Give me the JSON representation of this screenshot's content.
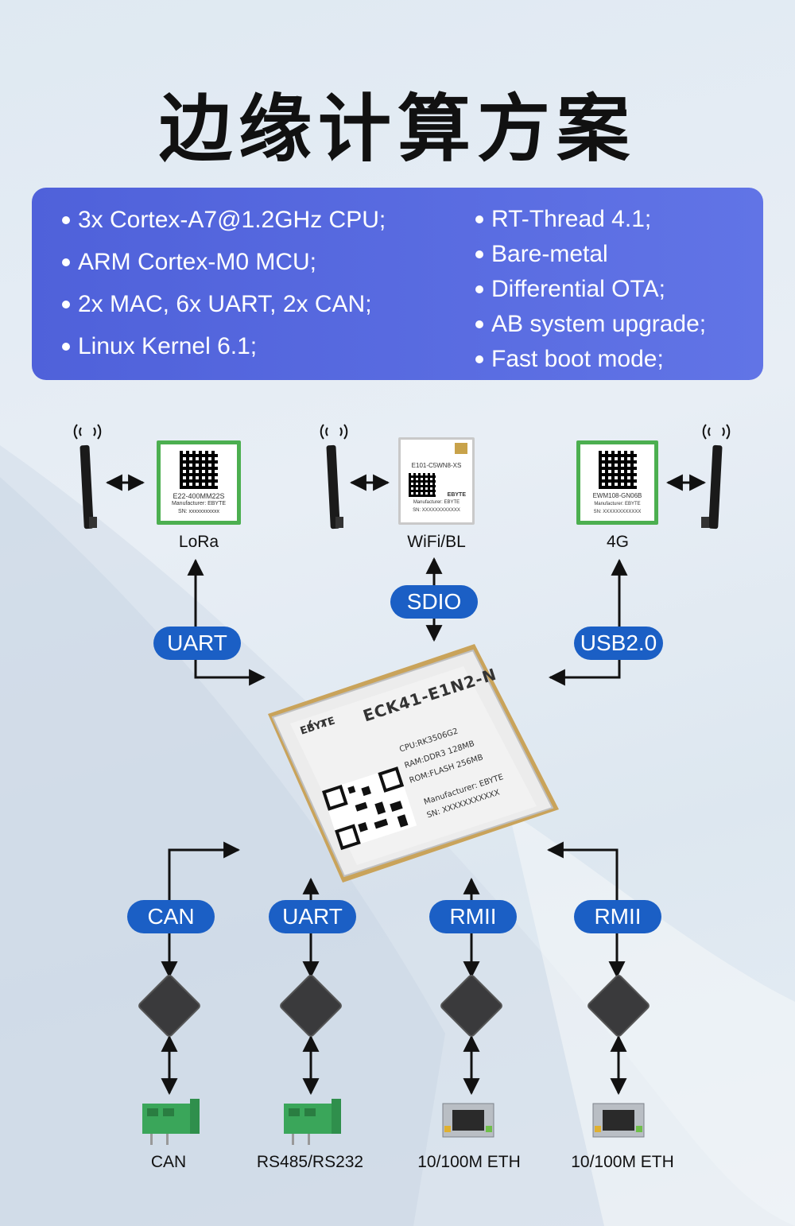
{
  "title": "边缘计算方案",
  "specs": {
    "left": [
      "3x Cortex-A7@1.2GHz CPU;",
      "ARM Cortex-M0 MCU;",
      "2x MAC, 6x UART, 2x CAN;",
      "Linux Kernel 6.1;"
    ],
    "right": [
      "RT-Thread 4.1;",
      "Bare-metal",
      "Differential OTA;",
      "AB system upgrade;",
      "Fast boot mode;"
    ]
  },
  "modules": {
    "lora": {
      "label": "LoRa",
      "part": "E22-400MM22S",
      "mfr": "Manufacturer: EBYTE",
      "sn": "SN: xxxxxxxxxxx"
    },
    "wifi": {
      "label": "WiFi/BL",
      "part": "E101-C5WN8-XS",
      "mfr": "Manufacturer: EBYTE",
      "sn": "SN: XXXXXXXXXXXX",
      "brand": "EBYTE"
    },
    "g4": {
      "label": "4G",
      "part": "EWM108-GN06B",
      "mfr": "Manufacturer: EBYTE",
      "sn": "SN: XXXXXXXXXXXX"
    }
  },
  "main_chip": {
    "brand": "EBYTE",
    "model": "ECK41-E1N2-N",
    "cpu": "CPU:RK3506G2",
    "ram": "RAM:DDR3 128MB",
    "rom": "ROM:FLASH 256MB",
    "mfr": "Manufacturer: EBYTE",
    "sn": "SN: XXXXXXXXXXX"
  },
  "interfaces": {
    "uart_top": "UART",
    "sdio": "SDIO",
    "usb": "USB2.0",
    "can": "CAN",
    "uart_bottom": "UART",
    "rmii1": "RMII",
    "rmii2": "RMII"
  },
  "ports": {
    "can": "CAN",
    "rs": "RS485/RS232",
    "eth1": "10/100M ETH",
    "eth2": "10/100M ETH"
  },
  "colors": {
    "panel": "#5568dd",
    "pill": "#1b5fc5",
    "module_border": "#4caf50",
    "terminal": "#3aa65a"
  }
}
